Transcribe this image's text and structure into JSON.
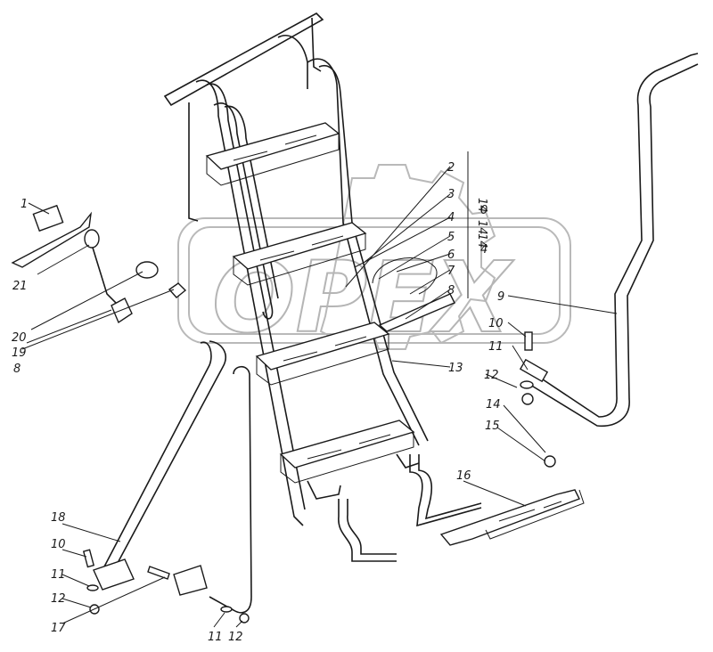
{
  "watermark": {
    "text": "ОРЕХ"
  },
  "callouts": [
    {
      "id": "c1",
      "label": "1"
    },
    {
      "id": "c21",
      "label": "21"
    },
    {
      "id": "c20",
      "label": "20"
    },
    {
      "id": "c19",
      "label": "19"
    },
    {
      "id": "c8a",
      "label": "8"
    },
    {
      "id": "c2",
      "label": "2"
    },
    {
      "id": "c3",
      "label": "3"
    },
    {
      "id": "c4",
      "label": "4"
    },
    {
      "id": "c5",
      "label": "5"
    },
    {
      "id": "c6",
      "label": "6"
    },
    {
      "id": "c7",
      "label": "7"
    },
    {
      "id": "c8b",
      "label": "8"
    },
    {
      "id": "c9",
      "label": "9"
    },
    {
      "id": "c10a",
      "label": "10"
    },
    {
      "id": "c11a",
      "label": "11"
    },
    {
      "id": "c12a",
      "label": "12"
    },
    {
      "id": "c13",
      "label": "13"
    },
    {
      "id": "c14a",
      "label": "14"
    },
    {
      "id": "c14b",
      "label": "14"
    },
    {
      "id": "c15",
      "label": "15"
    },
    {
      "id": "c16",
      "label": "16"
    },
    {
      "id": "c18",
      "label": "18"
    },
    {
      "id": "c10b",
      "label": "10"
    },
    {
      "id": "c11b",
      "label": "11"
    },
    {
      "id": "c12b",
      "label": "12"
    },
    {
      "id": "c17",
      "label": "17"
    },
    {
      "id": "c11c",
      "label": "11"
    },
    {
      "id": "c12c",
      "label": "12"
    },
    {
      "id": "cV1",
      "label": "14"
    },
    {
      "id": "cV2",
      "label": "0"
    },
    {
      "id": "cV3",
      "label": "14"
    },
    {
      "id": "cV4",
      "label": "4"
    }
  ]
}
